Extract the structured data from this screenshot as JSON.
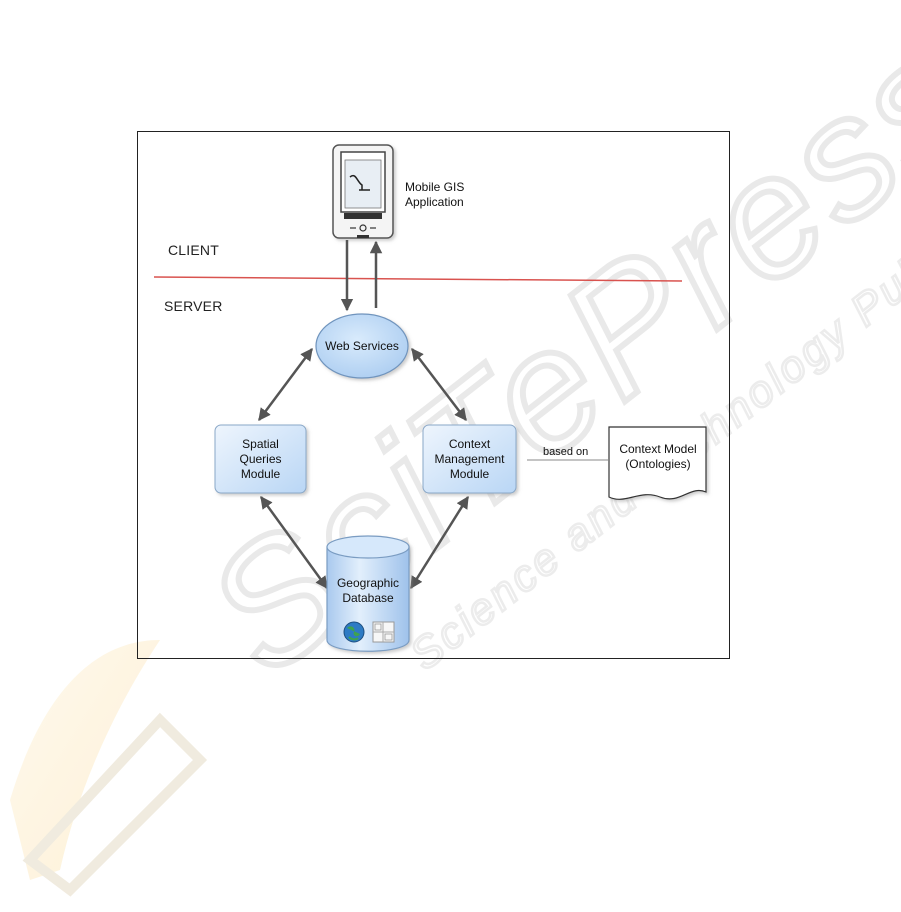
{
  "labels": {
    "client_zone": "CLIENT",
    "server_zone": "SERVER",
    "mobile_app": [
      "Mobile GIS",
      "Application"
    ],
    "web_services": "Web Services",
    "spatial_module": [
      "Spatial",
      "Queries",
      "Module"
    ],
    "context_module": [
      "Context",
      "Management",
      "Module"
    ],
    "geo_database": [
      "Geographic",
      "Database"
    ],
    "context_model": [
      "Context Model",
      "(Ontologies)"
    ],
    "based_on": "based on"
  },
  "watermark": {
    "brand": "SciTePress",
    "tagline": "Science and Technology Publications"
  },
  "colors": {
    "node_fill": "#c6dff8",
    "node_fill_light": "#e8f2fd",
    "node_stroke": "#8aa8c8",
    "arrow": "#555555",
    "separator": "#d9534f",
    "watermark": "#ececec",
    "watermark_gold": "#fbeac6"
  }
}
